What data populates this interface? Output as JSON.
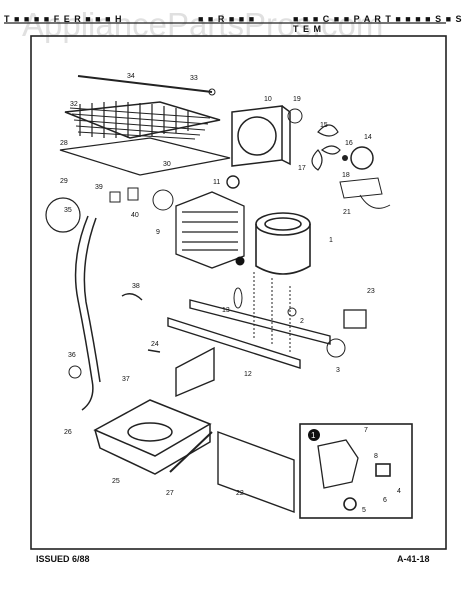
{
  "header": {
    "left": "T ■ ■ ■ ■ F E R ■ ■ ■ H",
    "center": "■ ■ R ■ ■ ■",
    "right": "■ ■ ■ C ■ ■ P A R T ■ ■ ■ ■ S ■ S T E M"
  },
  "watermark": "AppliancePartsPros.com",
  "footer": {
    "issued": "ISSUED 6/88",
    "page_ref": "A-41-18"
  },
  "callouts": [
    "34",
    "33",
    "32",
    "10",
    "19",
    "28",
    "15",
    "16",
    "14",
    "17",
    "30",
    "11",
    "18",
    "29",
    "39",
    "40",
    "21",
    "35",
    "9",
    "1",
    "2",
    "13",
    "38",
    "23",
    "12",
    "24",
    "36",
    "37",
    "3",
    "26",
    "25",
    "27",
    "22",
    "7",
    "8",
    "6",
    "5",
    "4"
  ]
}
